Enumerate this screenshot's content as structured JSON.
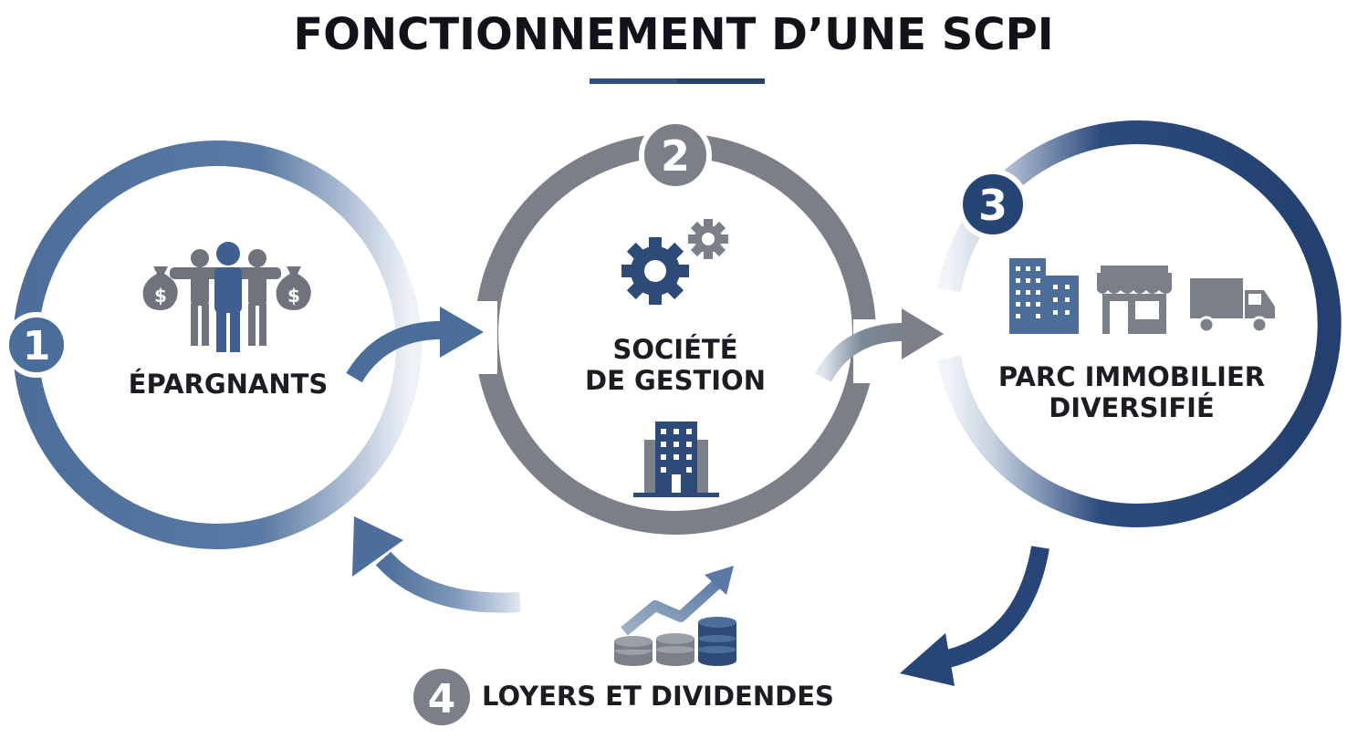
{
  "title": "FONCTIONNEMENT D’UNE SCPI",
  "steps": [
    {
      "number": "1",
      "label_lines": [
        "ÉPARGNANTS"
      ]
    },
    {
      "number": "2",
      "label_lines": [
        "SOCIÉTÉ",
        "DE GESTION"
      ]
    },
    {
      "number": "3",
      "label_lines": [
        "PARC IMMOBILIER",
        "DIVERSIFIÉ"
      ]
    },
    {
      "number": "4",
      "label_lines": [
        "LOYERS ET DIVIDENDES"
      ]
    }
  ],
  "colors": {
    "blue": "#4a6d99",
    "navy": "#274677",
    "gray": "#7b7f87",
    "dark_text": "#1b1d22"
  },
  "icons": {
    "step1": "savers-with-money-bags-icon",
    "step2_top": "gears-icon",
    "step2_bottom": "office-building-icon",
    "step3": [
      "building-icon",
      "shop-icon",
      "truck-icon"
    ],
    "step4": [
      "coin-stacks-icon",
      "growth-arrow-icon"
    ]
  }
}
